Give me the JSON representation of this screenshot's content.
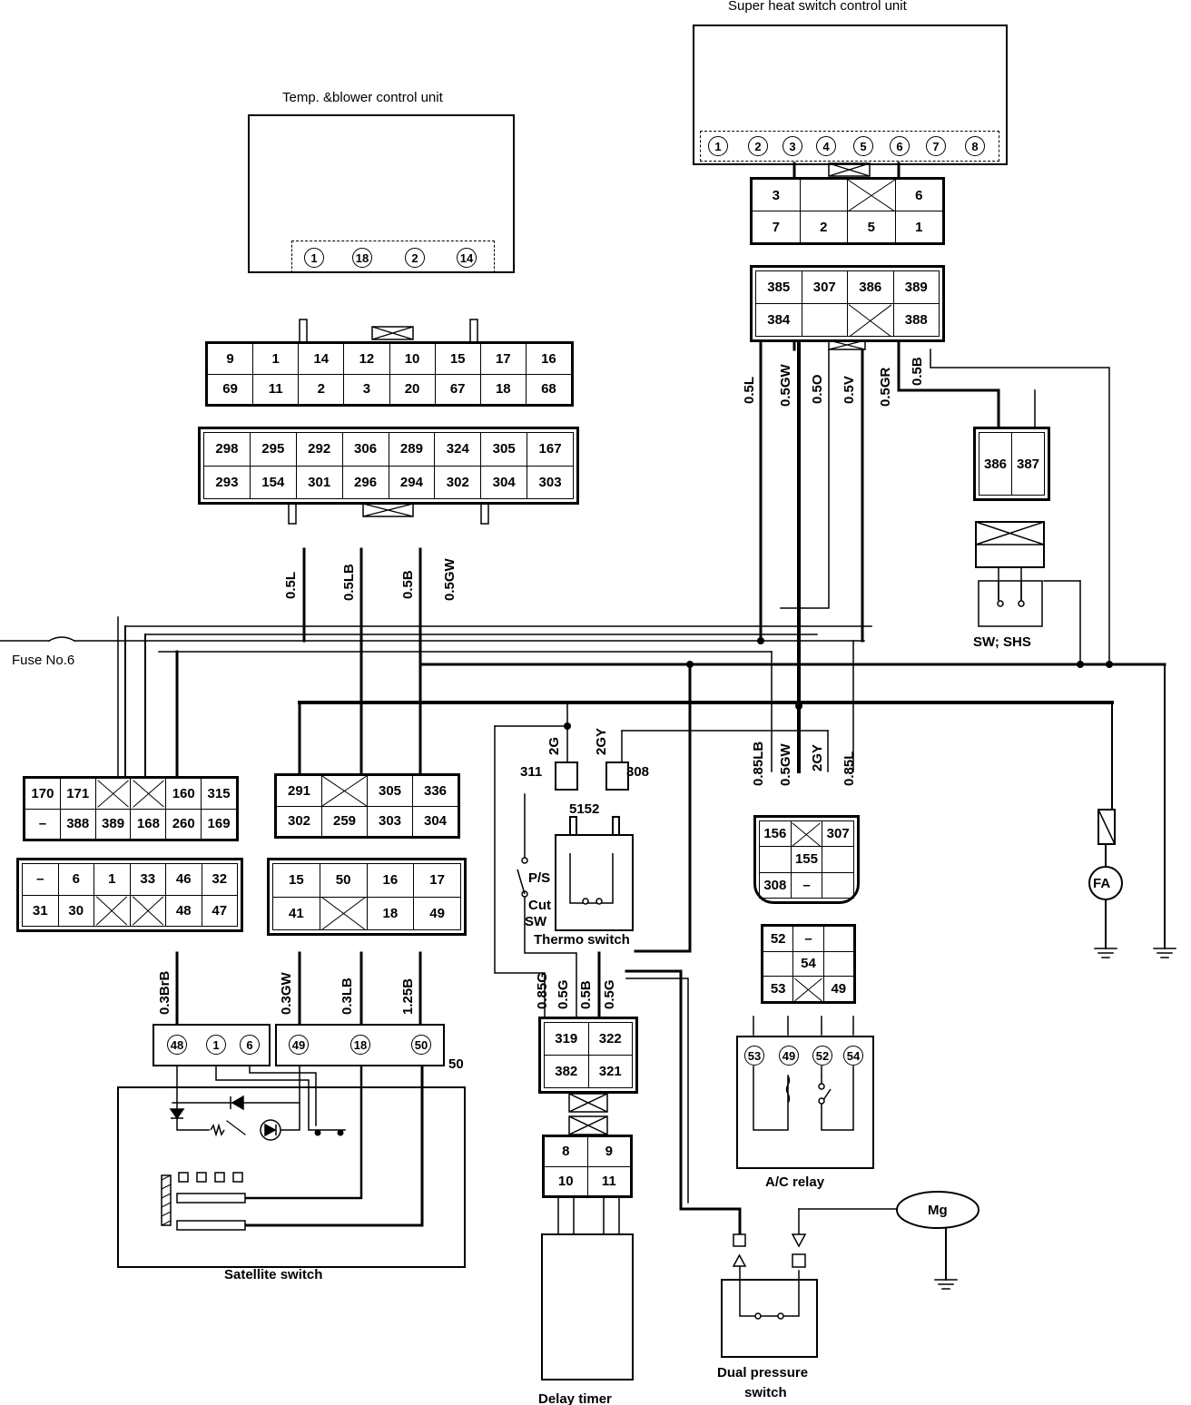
{
  "titles": {
    "super_heat_unit": "Super heat switch control unit",
    "temp_blower_unit": "Temp. &blower control unit",
    "fuse": "Fuse No.6",
    "satellite_switch": "Satellite switch",
    "delay_timer": "Delay timer",
    "dual_pressure_1": "Dual pressure",
    "dual_pressure_2": "switch",
    "ac_relay": "A/C relay",
    "thermo_switch": "Thermo switch",
    "sw_shs": "SW; SHS",
    "fa": "FA",
    "mg": "Mg",
    "ps": "P/S",
    "cut": "Cut",
    "sw": "SW",
    "t5152": "5152",
    "t311": "311",
    "t308": "308",
    "t50": "50"
  },
  "super_heat_pins": [
    "1",
    "2",
    "3",
    "4",
    "5",
    "6",
    "7",
    "8"
  ],
  "temp_blower_pins": [
    "1",
    "18",
    "2",
    "14"
  ],
  "satellite_pins_a": [
    "48",
    "1",
    "6"
  ],
  "satellite_pins_b": [
    "49",
    "18",
    "50"
  ],
  "relay_pins": [
    "53",
    "49",
    "52",
    "54"
  ],
  "wire_labels": {
    "w_05L_top": "0.5L",
    "w_05GW_top": "0.5GW",
    "w_05O": "0.5O",
    "w_05V": "0.5V",
    "w_05GR": "0.5GR",
    "w_05B_top": "0.5B",
    "w_05L_mid": "0.5L",
    "w_05LB_mid": "0.5LB",
    "w_05B_mid": "0.5B",
    "w_05GW_mid": "0.5GW",
    "w_03BrB": "0.3BrB",
    "w_03GW": "0.3GW",
    "w_03LB": "0.3LB",
    "w_125B": "1.25B",
    "w_085G": "0.85G",
    "w_05G_a": "0.5G",
    "w_05B_low": "0.5B",
    "w_05G_b": "0.5G",
    "w_085LB": "0.85LB",
    "w_05GW_r": "0.5GW",
    "w_2GY_r": "2GY",
    "w_085L_r": "0.85L",
    "w_2G": "2G",
    "w_2GY": "2GY"
  },
  "connectors": {
    "c1": {
      "cols": 4,
      "cells": [
        "3",
        "",
        "X",
        "6",
        "7",
        "2",
        "5",
        "1"
      ]
    },
    "c2": {
      "cols": 4,
      "cells": [
        "385",
        "307",
        "386",
        "389",
        "384",
        "",
        "X",
        "388"
      ]
    },
    "c3": {
      "cols": 8,
      "cells": [
        "9",
        "1",
        "14",
        "12",
        "10",
        "15",
        "17",
        "16",
        "69",
        "11",
        "2",
        "3",
        "20",
        "67",
        "18",
        "68"
      ]
    },
    "c4": {
      "cols": 8,
      "cells": [
        "298",
        "295",
        "292",
        "306",
        "289",
        "324",
        "305",
        "167",
        "293",
        "154",
        "301",
        "296",
        "294",
        "302",
        "304",
        "303"
      ]
    },
    "c5": {
      "cols": 2,
      "cells": [
        "386",
        "387"
      ]
    },
    "c6": {
      "cols": 6,
      "cells": [
        "170",
        "171",
        "X",
        "X",
        "160",
        "315",
        "–",
        "388",
        "389",
        "168",
        "260",
        "169"
      ]
    },
    "c7": {
      "cols": 6,
      "cells": [
        "–",
        "6",
        "1",
        "33",
        "46",
        "32",
        "31",
        "30",
        "X",
        "X",
        "48",
        "47"
      ]
    },
    "c8": {
      "cols": 4,
      "cells": [
        "291",
        "X",
        "305",
        "336",
        "302",
        "259",
        "303",
        "304"
      ]
    },
    "c9": {
      "cols": 4,
      "cells": [
        "15",
        "50",
        "16",
        "17",
        "41",
        "X",
        "18",
        "49"
      ]
    },
    "c10": {
      "cols": 2,
      "cells": [
        "319",
        "322",
        "382",
        "321"
      ]
    },
    "c11": {
      "cols": 2,
      "cells": [
        "8",
        "9",
        "10",
        "11"
      ]
    },
    "c12": {
      "cols": 3,
      "cells": [
        "156",
        "X",
        "307",
        "",
        "155",
        "",
        "308",
        "–",
        ""
      ]
    },
    "c13": {
      "cols": 3,
      "cells": [
        "52",
        "–",
        "",
        "",
        "54",
        "",
        "53",
        "X",
        "49"
      ]
    }
  }
}
